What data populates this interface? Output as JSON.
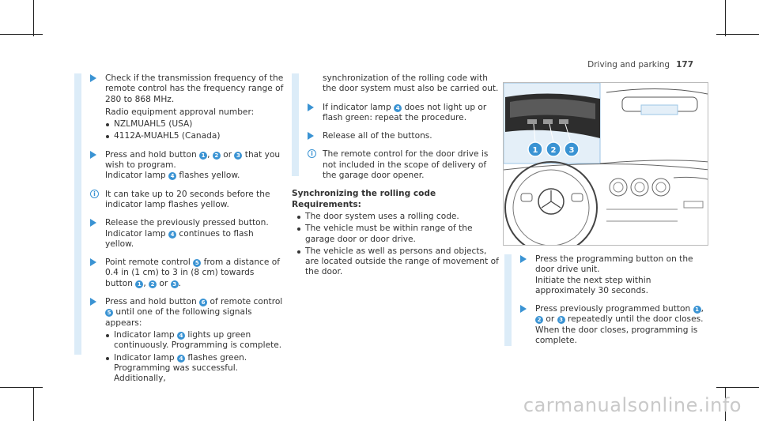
{
  "header": {
    "section": "Driving and parking",
    "page": "177"
  },
  "col1": {
    "step1": "Check if the transmission frequency of the remote control has the frequency range of 280 to 868 MHz.",
    "approval": "Radio equipment approval number:",
    "bullets": [
      "NZLMUAHL5 (USA)",
      "4112A-MUAHL5 (Canada)"
    ],
    "step2a": "Press and hold button ",
    "step2b": ", ",
    "step2c": " or ",
    "step2d": " that you wish to program.",
    "step2e": "Indicator lamp ",
    "step2f": " flashes yellow.",
    "note1": "It can take up to 20 seconds before the indicator lamp flashes yellow.",
    "step3a": "Release the previously pressed button.",
    "step3b": "Indicator lamp ",
    "step3c": " continues to flash yellow.",
    "step4a": "Point remote control ",
    "step4b": " from a distance of 0.4 in (1 cm) to 3 in (8 cm) towards button ",
    "step4c": ", ",
    "step4d": " or ",
    "step4e": ".",
    "step5a": "Press and hold button ",
    "step5b": " of remote control ",
    "step5c": " until one of the following signals appears:",
    "sig1a": "Indicator lamp ",
    "sig1b": " lights up green continuously. Programming is complete.",
    "sig2a": "Indicator lamp ",
    "sig2b": " flashes green. Programming was successful. Additionally,"
  },
  "col2": {
    "cont": "synchronization of the rolling code with the door system must also be carried out.",
    "step1a": "If indicator lamp ",
    "step1b": " does not light up or flash green: repeat the procedure.",
    "step2": "Release all of the buttons.",
    "note": "The remote control for the door drive is not included in the scope of delivery of the garage door opener.",
    "heading": "Synchronizing the rolling code",
    "req": "Requirements:",
    "bullets": [
      "The door system uses a rolling code.",
      "The vehicle must be within range of the garage door or door drive.",
      "The vehicle as well as persons and objects, are located outside the range of movement of the door."
    ]
  },
  "col3": {
    "step1a": "Press the programming button on the door drive unit.",
    "step1b": "Initiate the next step within approximately 30 seconds.",
    "step2a": "Press previously programmed button ",
    "step2b": ", ",
    "step2c": " or ",
    "step2d": " repeatedly until the door closes.",
    "step2e": "When the door closes, programming is complete."
  },
  "nums": {
    "n1": "1",
    "n2": "2",
    "n3": "3",
    "n4": "4",
    "n5": "5",
    "n6": "6"
  },
  "illustration": {
    "callouts": [
      "1",
      "2",
      "3"
    ]
  },
  "watermark": "carmanualsonline.info",
  "colors": {
    "accent": "#3a93d3",
    "bar": "#dcecf8"
  }
}
